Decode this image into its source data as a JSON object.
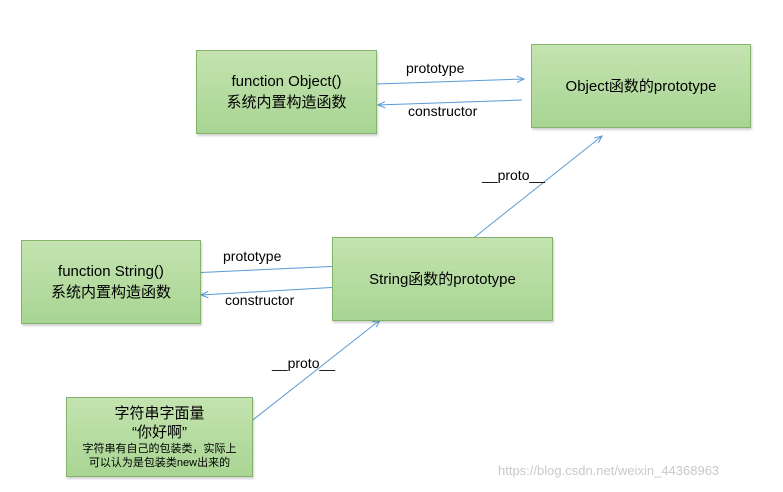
{
  "boxes": {
    "object_function": {
      "line1": "function Object()",
      "line2": "系统内置构造函数"
    },
    "object_prototype": {
      "line1": "Object函数的prototype"
    },
    "string_function": {
      "line1": "function String()",
      "line2": "系统内置构造函数"
    },
    "string_prototype": {
      "line1": "String函数的prototype"
    },
    "string_literal": {
      "line1": "字符串字面量",
      "line2": "“你好啊”",
      "line3": "字符串有自己的包装类，实际上",
      "line4": "可以认为是包装类new出来的"
    }
  },
  "labels": {
    "object_prototype_label": "prototype",
    "object_constructor_label": "constructor",
    "string_proto_label": "__proto__",
    "string_prototype_label": "prototype",
    "string_constructor_label": "constructor",
    "literal_proto_label": "__proto__"
  },
  "watermark": "https://blog.csdn.net/weixin_44368963",
  "colors": {
    "box_fill": "#b4dba0",
    "box_border": "#84b46b",
    "arrow": "#5b9bd5"
  }
}
